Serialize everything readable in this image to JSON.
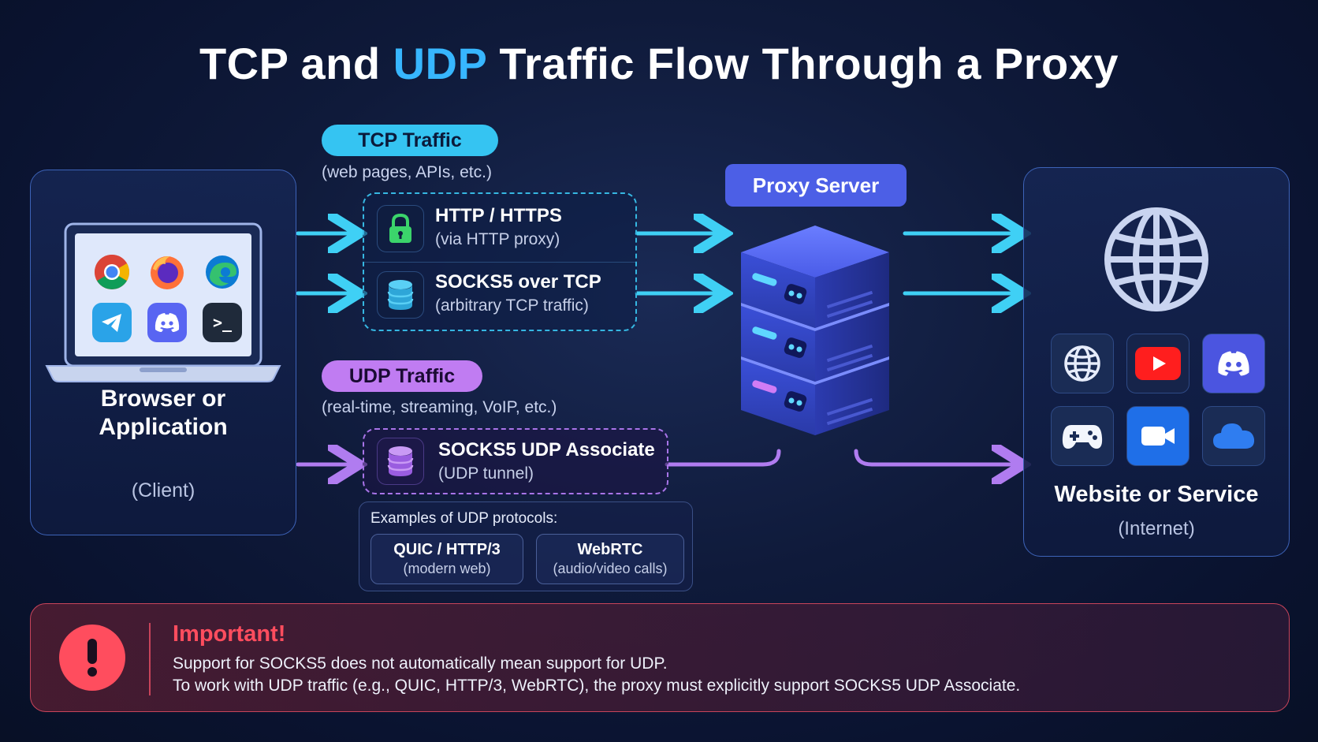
{
  "title": {
    "part1": "TCP and ",
    "accent": "UDP",
    "part2": " Traffic Flow Through a Proxy"
  },
  "client": {
    "title_line1": "Browser or",
    "title_line2": "Application",
    "subtitle": "(Client)",
    "apps": [
      "chrome-icon",
      "firefox-icon",
      "edge-icon",
      "telegram-icon",
      "discord-icon",
      "terminal-icon"
    ],
    "terminal_glyph": ">_"
  },
  "tcp": {
    "label": "TCP Traffic",
    "description": "(web pages, APIs, etc.)",
    "protocols": [
      {
        "title": "HTTP / HTTPS",
        "subtitle": "(via HTTP proxy)",
        "icon": "lock-icon"
      },
      {
        "title": "SOCKS5 over TCP",
        "subtitle": "(arbitrary TCP traffic)",
        "icon": "database-icon"
      }
    ]
  },
  "udp": {
    "label": "UDP Traffic",
    "description": "(real-time, streaming, VoIP, etc.)",
    "protocol": {
      "title": "SOCKS5 UDP Associate",
      "subtitle": "(UDP tunnel)",
      "icon": "database-icon"
    },
    "examples_title": "Examples of UDP protocols:",
    "examples": [
      {
        "title": "QUIC / HTTP/3",
        "subtitle": "(modern web)"
      },
      {
        "title": "WebRTC",
        "subtitle": "(audio/video calls)"
      }
    ]
  },
  "proxy": {
    "label": "Proxy Server"
  },
  "destination": {
    "title": "Website or Service",
    "subtitle": "(Internet)",
    "services": [
      "globe-icon",
      "youtube-icon",
      "discord-icon",
      "gamepad-icon",
      "video-camera-icon",
      "cloud-icon"
    ]
  },
  "important": {
    "heading": "Important!",
    "line1": "Support for SOCKS5 does not automatically mean support for UDP.",
    "line2": "To work with UDP traffic (e.g., QUIC, HTTP/3, WebRTC), the proxy must explicitly support SOCKS5 UDP Associate."
  },
  "colors": {
    "tcp_accent": "#35c4f2",
    "udp_accent": "#c07cf2",
    "proxy_accent": "#4c5fe6",
    "warning_red": "#ff4d5e",
    "title_accent": "#37b6ff"
  }
}
